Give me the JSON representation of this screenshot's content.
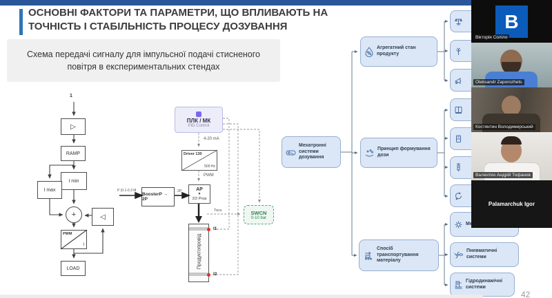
{
  "slide": {
    "title_line1": "ОСНОВНІ ФАКТОРИ ТА ПАРАМЕТРИ, ЩО ВПЛИВАЮТЬ НА",
    "title_line2": "ТОЧНІСТЬ І СТАБІЛЬНІСТЬ ПРОЦЕСУ ДОЗУВАННЯ",
    "subtitle_line1": "Схема передачі сигналу для імпульсної подачі стисненого",
    "subtitle_line2": "повітря в експериментальних стендах",
    "page_number": "42"
  },
  "flow": {
    "input": "1",
    "gain_symbol": "▷",
    "ramp": "RAMP",
    "imin": "I min",
    "imax": "I max",
    "sum_symbol": "+",
    "fb_symbol": "◁",
    "pwm_block_top": "PWM",
    "pwm_block_bottom": "I",
    "load": "LOAD",
    "booster_label": "BoosterP → 2P",
    "booster_in": "P (0.1-0.3 М",
    "booster_out": "2P",
    "plc_title": "ПЛК / МК",
    "plc_subtitle": "PID Control",
    "current_label": "4-20 mA",
    "driver_title": "Driver 130",
    "driver_freq": "500 Hz",
    "pwm_signal": "PWM",
    "ap_title": "АР",
    "ap_symbol": "▼",
    "ap_subtitle": "2/2 Prop",
    "pressure_label": "Тиск",
    "swcn_title": "SWCN",
    "swcn_range": "0-10 bar",
    "pipe_label": "Продуктопровід",
    "sensor1": "I1",
    "sensor2": "I2"
  },
  "mindmap": {
    "center": "Мехатронні системи дозування",
    "branches": [
      {
        "label": "Агрегатний стан продукту"
      },
      {
        "label": "Принцип формування дози"
      },
      {
        "label": "Спосіб транспортування матеріалу"
      }
    ],
    "leaves": [
      {
        "label": ""
      },
      {
        "label": ""
      },
      {
        "label": ""
      },
      {
        "label": ""
      },
      {
        "label": ""
      },
      {
        "label": ""
      },
      {
        "label": ""
      },
      {
        "label": "Механічні системи"
      },
      {
        "label": "Пневматичні системи"
      },
      {
        "label": "Гідродинамічні системи"
      }
    ]
  },
  "call": {
    "participants": [
      {
        "name": "Вікторія Соліло",
        "avatar_letter": "B"
      },
      {
        "name": "Oleksandr Zaporozhets"
      },
      {
        "name": "Костянтин Володимирський"
      },
      {
        "name": "Валентин Андрій Тофанов"
      },
      {
        "name": "Palamarchuk Igor"
      }
    ]
  },
  "colors": {
    "topbar": "#2a5799",
    "title_accent": "#2e75b6",
    "node_fill": "#dbe7f6",
    "node_border": "#96aed0",
    "swcn_green": "#2f7d4f",
    "sensor_red": "#d93025",
    "avatar_blue": "#0b5cba"
  }
}
